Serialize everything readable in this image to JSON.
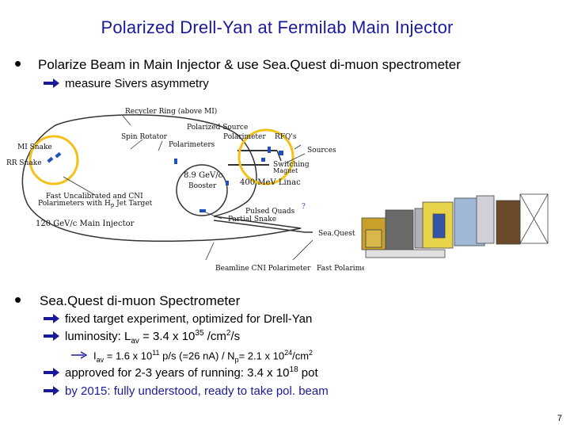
{
  "title": "Polarized Drell-Yan at Fermilab Main Injector",
  "bullets": [
    {
      "text": "Polarize Beam in Main Injector & use Sea.Quest di-muon spectrometer",
      "subitems": [
        {
          "text": "measure Sivers asymmetry"
        }
      ]
    },
    {
      "text": "Sea.Quest di-muon Spectrometer",
      "subitems": [
        {
          "text": "fixed target experiment, optimized for Drell-Yan"
        },
        {
          "text": "approved for 2-3 years of running: 3.4 x 10",
          "sup": "18",
          "after": " pot"
        },
        {
          "text": "by 2015: fully understood, ready to take pol. beam"
        }
      ],
      "luminosity": {
        "prefix": "luminosity: L",
        "sub": "av",
        "mid": " = 3.4 x 10",
        "sup": "35",
        "mid2": " /cm",
        "sup2": "2",
        "after": "/s"
      },
      "sub_sub": {
        "I": "I",
        "Isub": "av",
        "a": " = 1.6 x 10",
        "asup": "11",
        "b": " p/s (=26 nA)   /   N",
        "bsub": "p",
        "c": "= 2.1 x 10",
        "csup": "24",
        "d": "/cm",
        "dsup": "2"
      }
    }
  ],
  "diagram": {
    "labels": {
      "recycler": "Recycler Ring (above MI)",
      "spin_rotator": "Spin Rotator",
      "polarized_source": "Polarized Source",
      "polarimeter_src": "Polarimeter",
      "rfqs": "RFQ's",
      "sources": "Sources",
      "switching": "Switching",
      "magnet": "Magnet",
      "mi_snake": "MI Snake",
      "rr_snake": "RR Snake",
      "polarimeters": "Polarimeters",
      "booster_energy": "8.9 GeV/c",
      "booster": "Booster",
      "linac": "400 MeV Linac",
      "fast_uncal_1": "Fast Uncalibrated and CNI",
      "fast_uncal_2": "Polarimeters with H",
      "fast_uncal_sub": "p",
      "fast_uncal_3": " Jet Target",
      "pulsed_quads": "Pulsed Quads",
      "partial_snake": "Partial Snake",
      "main_injector": "120 GeV/c Main Injector",
      "seaquest": "Sea.Quest",
      "beamline_cni": "Beamline CNI Polarimeter",
      "fast_polarimeter": "Fast Polarimeter",
      "question": "?"
    }
  },
  "page_number": "7",
  "colors": {
    "title": "#1a1a99",
    "arrow": "#1a1a99",
    "highlight": "#f2c21a",
    "accent_blue": "#1f4fbf",
    "last_item": "#1a1a99"
  }
}
